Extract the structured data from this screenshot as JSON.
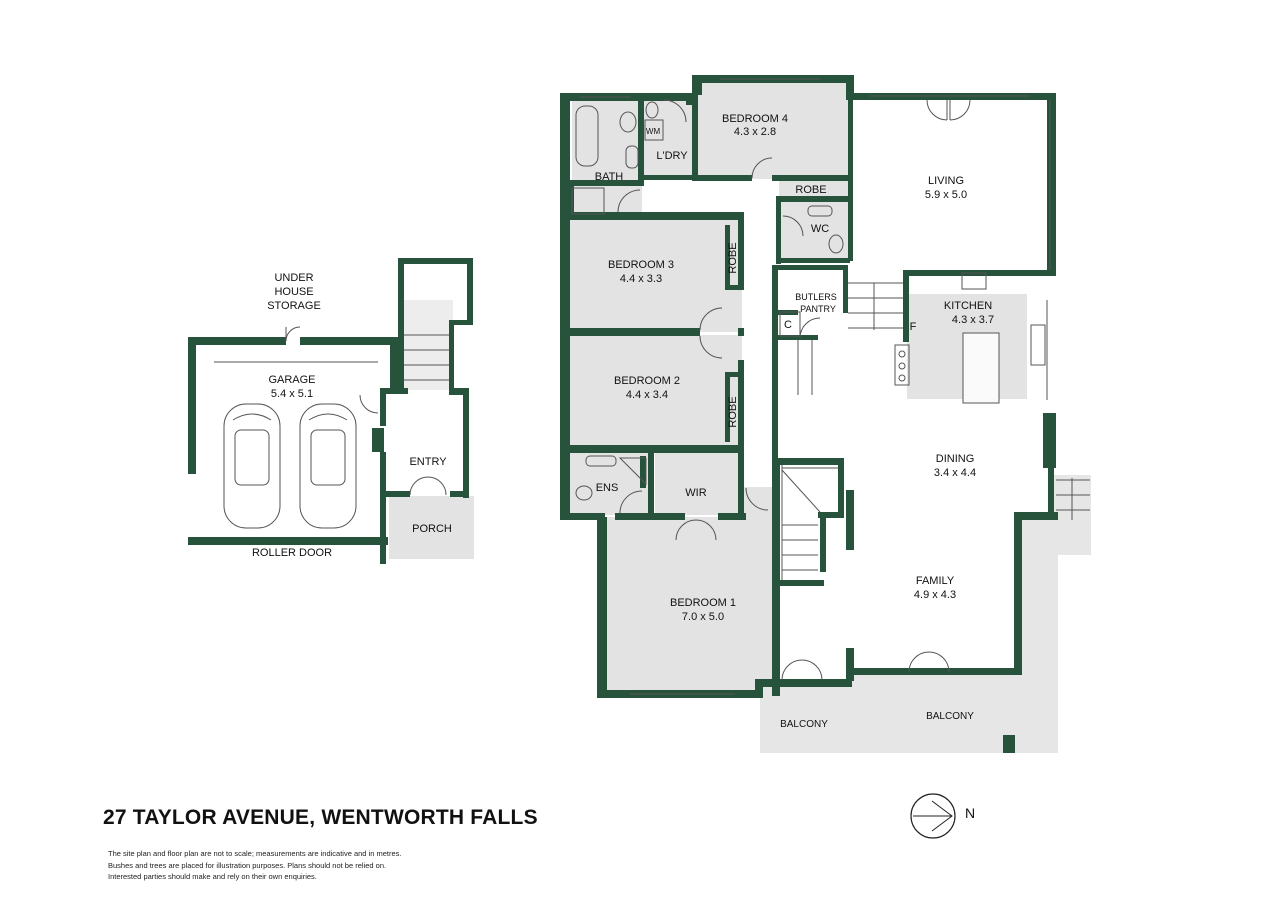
{
  "address": "27 TAYLOR AVENUE, WENTWORTH FALLS",
  "disclaimer": [
    "The site plan and floor plan are not to scale; measurements are indicative and in metres.",
    "Bushes and trees are placed for illustration purposes. Plans should not be relied on.",
    "Interested parties should make and rely on their own enquiries."
  ],
  "compass_label": "N",
  "rooms": {
    "under_house_storage": [
      "UNDER",
      "HOUSE",
      "STORAGE"
    ],
    "garage": {
      "name": "GARAGE",
      "dims": "5.4 x 5.1"
    },
    "roller_door": "ROLLER DOOR",
    "entry": "ENTRY",
    "porch": "PORCH",
    "bath": "BATH",
    "wm": "WM",
    "laundry": "L'DRY",
    "bedroom4": {
      "name": "BEDROOM 4",
      "dims": "4.3 x 2.8"
    },
    "robe4": "ROBE",
    "wc": "WC",
    "living": {
      "name": "LIVING",
      "dims": "5.9 x 5.0"
    },
    "bedroom3": {
      "name": "BEDROOM 3",
      "dims": "4.4 x 3.3"
    },
    "robe3": "ROBE",
    "butlers_pantry": [
      "BUTLERS",
      "PANTRY"
    ],
    "c": "C",
    "kitchen": {
      "name": "KITCHEN",
      "dims": "4.3 x 3.7"
    },
    "f": "F",
    "bedroom2": {
      "name": "BEDROOM 2",
      "dims": "4.4 x 3.4"
    },
    "robe2": "ROBE",
    "dining": {
      "name": "DINING",
      "dims": "3.4 x 4.4"
    },
    "ens": "ENS",
    "wir": "WIR",
    "bedroom1": {
      "name": "BEDROOM 1",
      "dims": "7.0 x 5.0"
    },
    "family": {
      "name": "FAMILY",
      "dims": "4.9 x 4.3"
    },
    "balcony1": "BALCONY",
    "balcony2": "BALCONY"
  },
  "colors": {
    "wall": "#27533d",
    "wet_area": "#e3e3e3",
    "balcony": "#e6e6e6",
    "background": "#ffffff"
  }
}
